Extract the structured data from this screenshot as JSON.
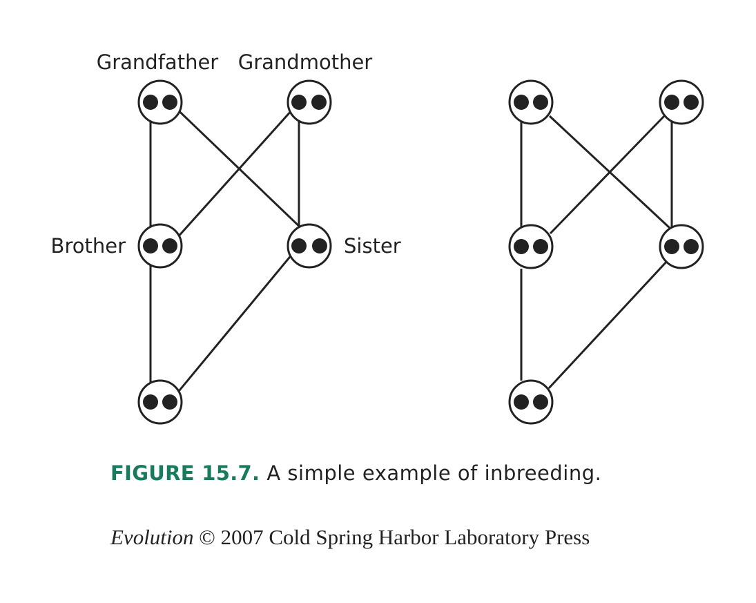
{
  "labels": {
    "grandfather": "Grandfather",
    "grandmother": "Grandmother",
    "brother": "Brother",
    "sister": "Sister"
  },
  "caption": {
    "label": "FIGURE 15.7.",
    "text": "A simple example of inbreeding.",
    "label_color": "#1a7a5e"
  },
  "credit": {
    "title": "Evolution",
    "text": "© 2007 Cold Spring Harbor Laboratory Press"
  },
  "colors": {
    "ink": "#222222",
    "background": "#ffffff"
  }
}
